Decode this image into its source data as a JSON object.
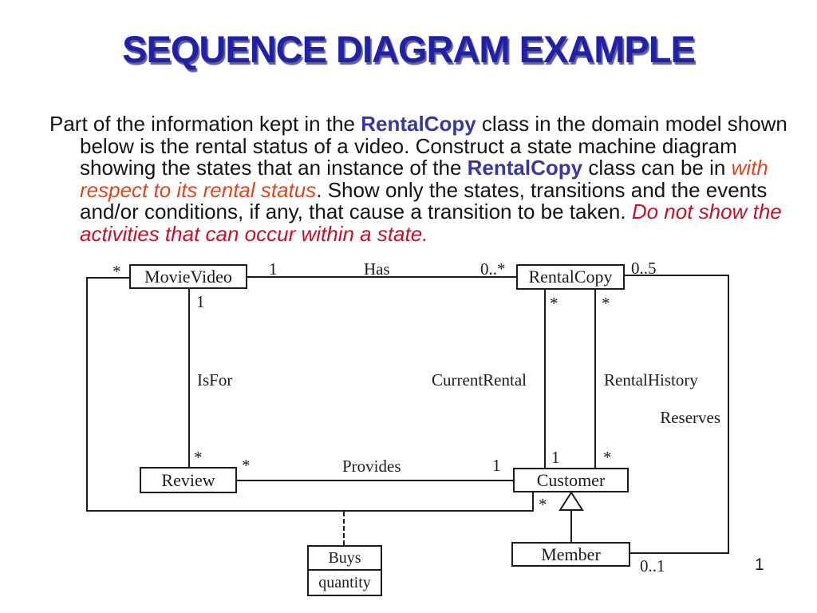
{
  "slide": {
    "title": "SEQUENCE DIAGRAM EXAMPLE",
    "page_number": "1"
  },
  "colors": {
    "title_blue": "#2121A8",
    "rentalcopy_blue": "#39399B",
    "italic_orange_red": "#D9481F",
    "italic_crimson": "#C2112B",
    "body_text": "#141414",
    "line_black": "#1c1c1c"
  },
  "intro": {
    "seg1": "Part of the information kept in the ",
    "seg2": "RentalCopy",
    "seg3": " class in the domain model shown below is the rental status of a video. Construct a state machine diagram showing the states that an instance of the ",
    "seg4": "RentalCopy",
    "seg5": " class can be in ",
    "seg6": "with respect to its rental status",
    "seg7": ". Show only the states, transitions and the events and/or conditions, if any, that cause a transition to be taken. ",
    "seg8": "Do not show the activities that can occur within a state."
  },
  "diagram": {
    "classes": {
      "movievideo": "MovieVideo",
      "rentalcopy": "RentalCopy",
      "review": "Review",
      "customer": "Customer",
      "member": "Member",
      "buys": "Buys",
      "buys_attribute": "quantity"
    },
    "associations": {
      "has": "Has",
      "isfor": "IsFor",
      "currentrental": "CurrentRental",
      "rentalhistory": "RentalHistory",
      "reserves": "Reserves",
      "provides": "Provides"
    },
    "multiplicities": {
      "buys_movievideo": "*",
      "has_movievideo": "1",
      "has_rentalcopy": "0..*",
      "reserves_rentalcopy": "0..5",
      "isfor_movievideo": "1",
      "currentrental_rentalcopy": "*",
      "rentalhistory_rentalcopy": "*",
      "isfor_review": "*",
      "provides_review": "*",
      "provides_customer": "1",
      "currentrental_customer": "1",
      "rentalhistory_customer": "*",
      "buys_customer": "*",
      "reserves_member": "0..1"
    }
  }
}
